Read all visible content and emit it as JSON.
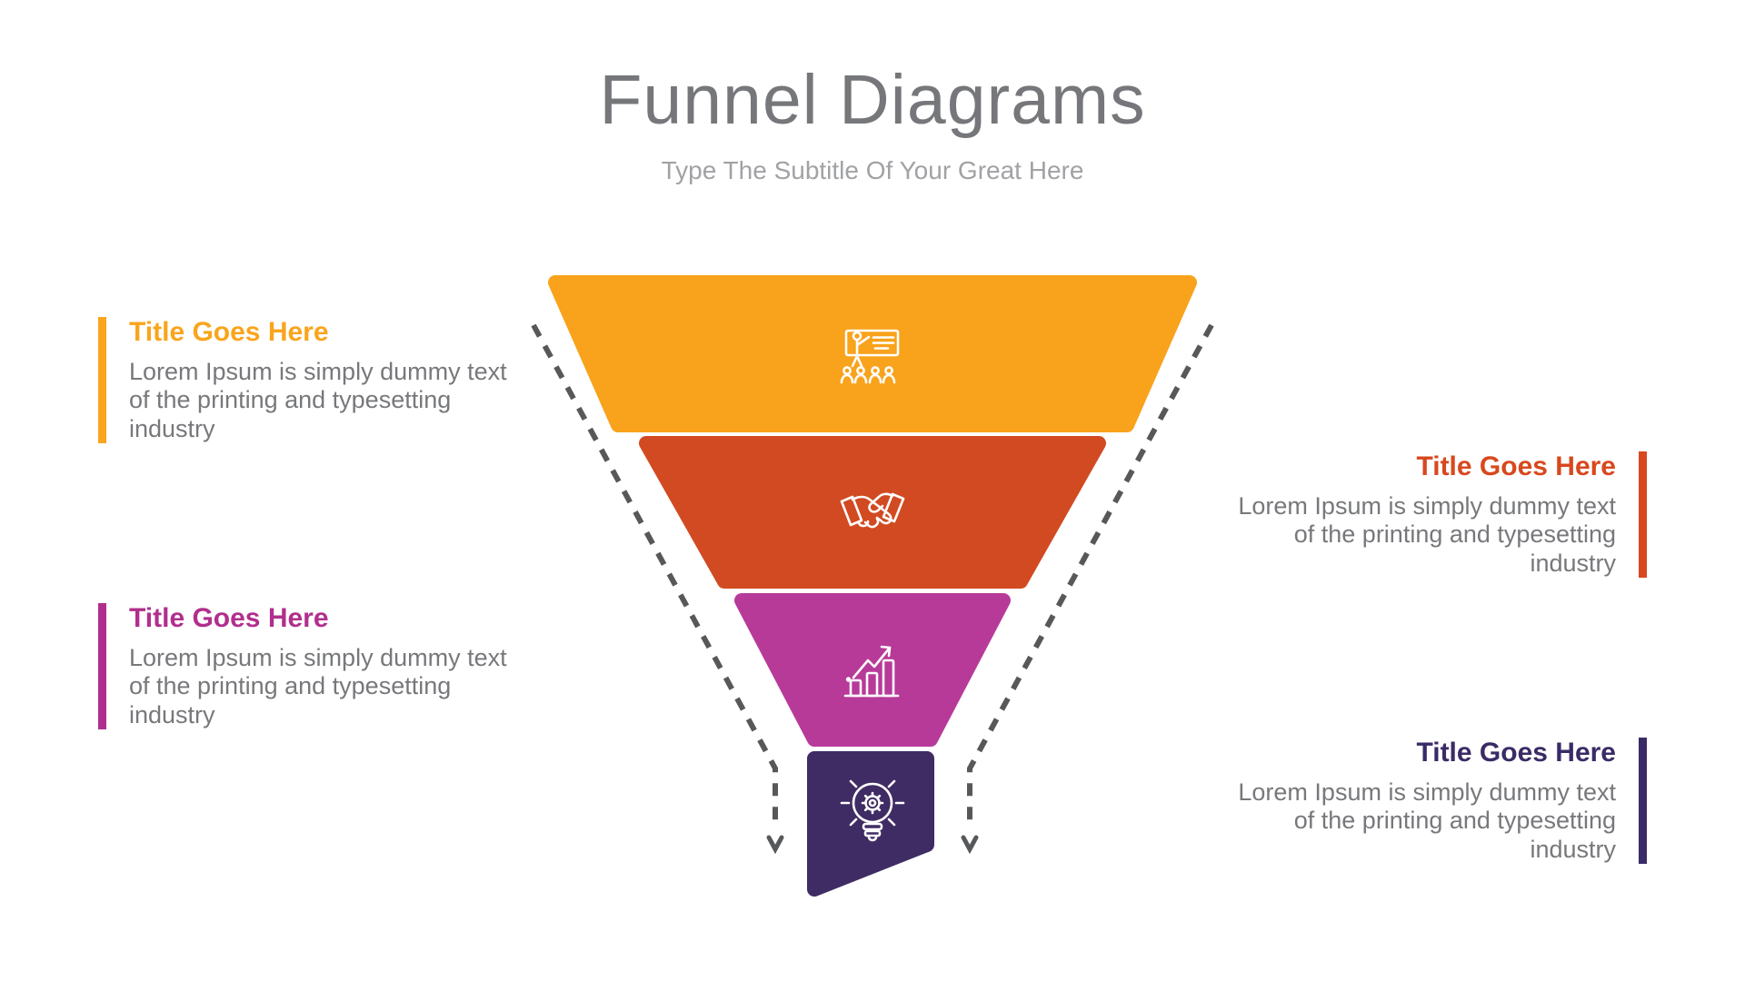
{
  "header": {
    "title": "Funnel Diagrams",
    "subtitle": "Type The Subtitle Of Your Great Here",
    "title_color": "#76777a",
    "subtitle_color": "#a1a2a5"
  },
  "funnel": {
    "guide_color": "#57585a",
    "segments": [
      {
        "icon": "presentation-icon",
        "color": "#f9a21b"
      },
      {
        "icon": "handshake-icon",
        "color": "#d24a21"
      },
      {
        "icon": "growth-chart-icon",
        "color": "#b73a99"
      },
      {
        "icon": "idea-gear-icon",
        "color": "#3f2c64"
      }
    ]
  },
  "callouts": [
    {
      "position": "left-top",
      "title": "Title Goes Here",
      "body": "Lorem Ipsum is simply dummy text of the printing and typesetting industry",
      "accent": "#f9a51d"
    },
    {
      "position": "right-top",
      "title": "Title Goes Here",
      "body": "Lorem Ipsum is simply dummy text of the printing and typesetting industry",
      "accent": "#d8481e"
    },
    {
      "position": "left-bottom",
      "title": "Title Goes Here",
      "body": "Lorem Ipsum is simply dummy text of the printing and typesetting industry",
      "accent": "#b12f8c"
    },
    {
      "position": "right-bottom",
      "title": "Title Goes Here",
      "body": "Lorem Ipsum is simply dummy text of the printing and typesetting industry",
      "accent": "#3a2b66"
    }
  ],
  "text": {
    "body_color": "#77787b"
  }
}
